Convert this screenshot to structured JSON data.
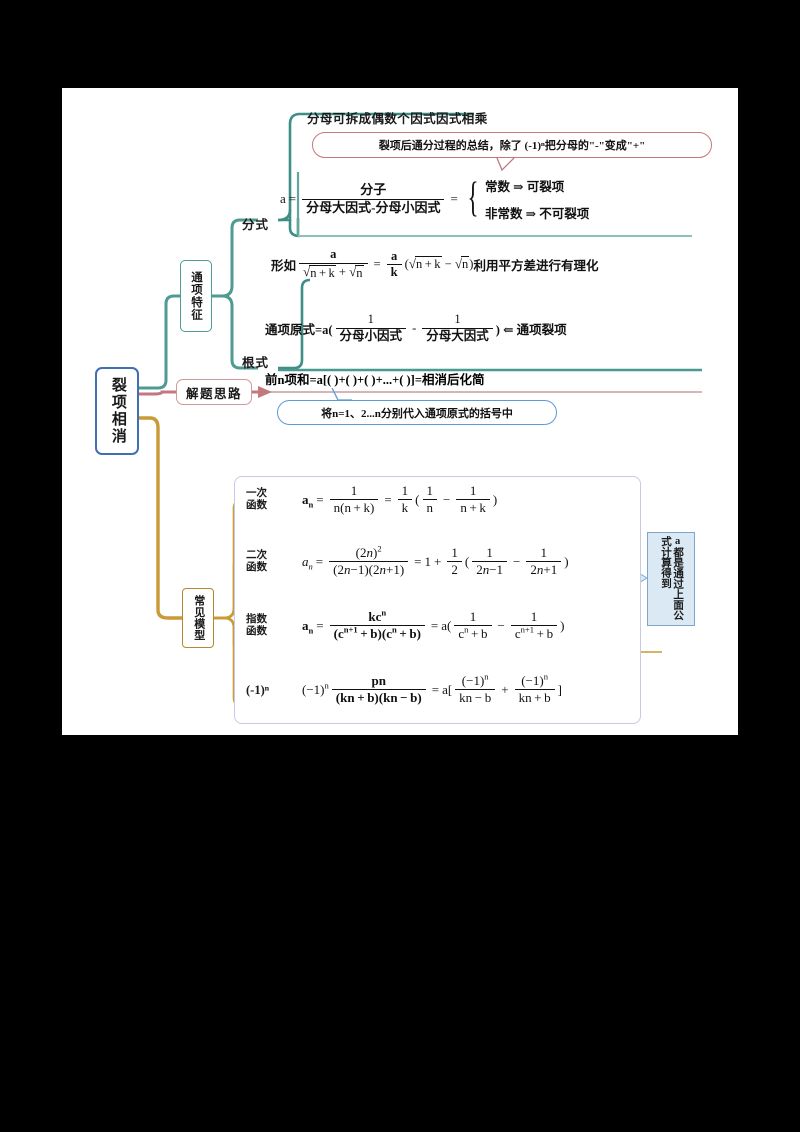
{
  "root": {
    "label": "裂项相消"
  },
  "branches": {
    "feature": {
      "label": "通项特征"
    },
    "approach": {
      "label": "解题思路"
    },
    "models": {
      "label": "常见模型"
    }
  },
  "feature": {
    "sub_fraction_label": "分式",
    "sub_radical_label": "根式",
    "headline": "分母可拆成偶数个因式因式相乘",
    "callout": "裂项后通分过程的总结，除了 (-1)ⁿ把分母的\"-\"变成\"+\"",
    "fraction_formula": {
      "lhs": "a",
      "numerator": "分子",
      "denominator": "分母大因式-分母小因式",
      "case_1": "常数 ⇒ 可裂项",
      "case_2": "非常数 ⇒ 不可裂项"
    },
    "radical_formula": {
      "prefix": "形如",
      "suffix": "利用平方差进行有理化"
    }
  },
  "approach": {
    "general_term": {
      "lhs": "通项原式=a(",
      "frac1_num": "1",
      "frac1_den": "分母小因式",
      "minus": "-",
      "frac2_num": "1",
      "frac2_den": "分母大因式",
      "tail": ") ⇐ 通项裂项"
    },
    "sum_formula": "前n项和=a[( )+( )+( )+...+( )]=相消后化简",
    "callout": "将n=1、2...n分别代入通项原式的括号中"
  },
  "models": {
    "note": "a都是通过上面公式计算得到",
    "rows": [
      {
        "tag_line1": "一次",
        "tag_line2": "函数",
        "formula_text": "aₙ = 1/(n(n+k)) = 1/k(1/n - 1/(n+k))"
      },
      {
        "tag_line1": "二次",
        "tag_line2": "函数",
        "formula_text": "aₙ = (2n)²/((2n-1)(2n+1)) = 1 + 1/2(1/(2n-1) - 1/(2n+1))"
      },
      {
        "tag_line1": "指数",
        "tag_line2": "函数",
        "formula_text": "aₙ = kcⁿ/((cⁿ⁺¹+b)(cⁿ+b)) = a(1/(cⁿ+b) - 1/(cⁿ⁺¹+b))"
      },
      {
        "tag_line1": "(-1)ⁿ",
        "tag_line2": "",
        "formula_text": "(-1)ⁿ · pn/((kn+b)(kn-b)) = a[(-1)ⁿ/(kn-b) + (-1)ⁿ/(kn+b)]"
      }
    ]
  },
  "colors": {
    "root_border": "#3f6fb5",
    "feature_branch": "#4e9b92",
    "approach_branch": "#c2787c",
    "models_branch": "#b5892f",
    "note_fill": "#dbe9f5",
    "models_box_border": "#c9c9e4"
  }
}
